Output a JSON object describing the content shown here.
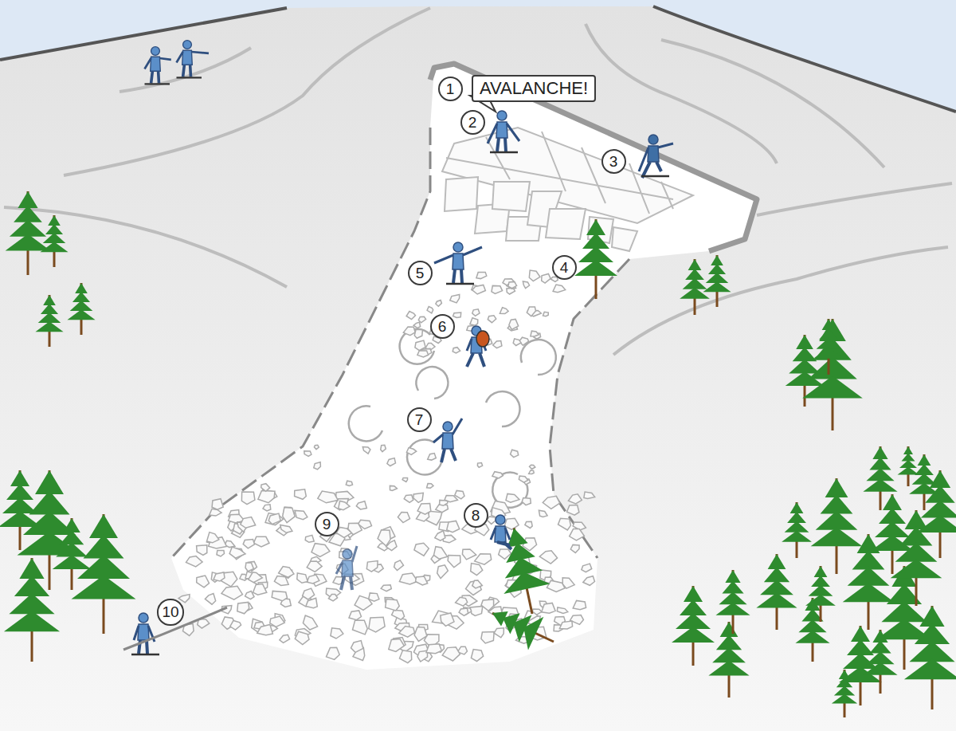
{
  "diagram": {
    "nodes": [
      {
        "text": [
          "1"
        ]
      },
      {
        "text": [
          "AVALANCHE!"
        ]
      },
      {
        "text": [
          "2"
        ]
      },
      {
        "text": [
          "3"
        ]
      },
      {
        "text": [
          "4"
        ]
      },
      {
        "text": [
          "5"
        ]
      },
      {
        "text": [
          "6"
        ]
      },
      {
        "text": [
          "7"
        ]
      },
      {
        "text": [
          "8"
        ]
      },
      {
        "text": [
          "9"
        ]
      },
      {
        "text": [
          "10"
        ]
      }
    ]
  }
}
